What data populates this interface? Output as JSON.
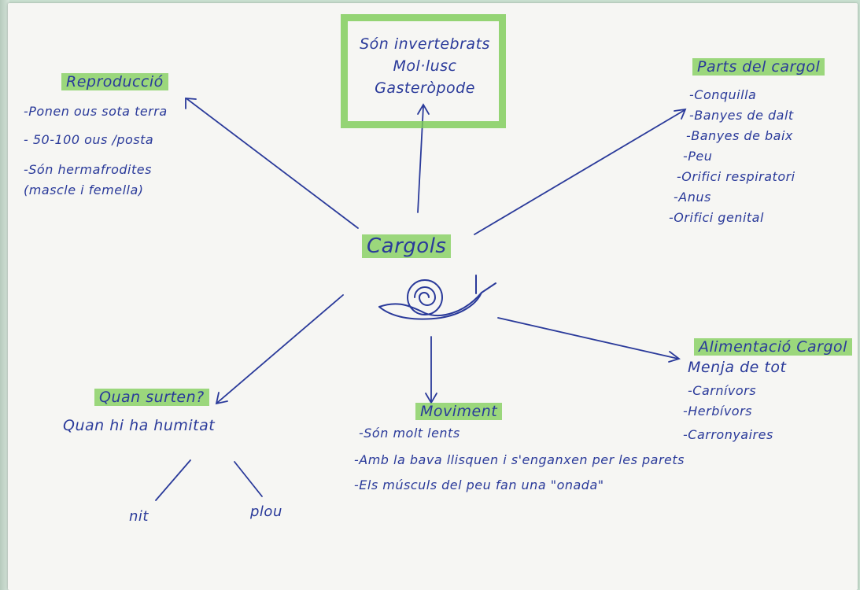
{
  "center": {
    "label": "Cargols"
  },
  "top_box": {
    "lines": [
      "Són invertebrats",
      "Mol·lusc",
      "Gasteròpode"
    ]
  },
  "reproduccio": {
    "title": "Reproducció",
    "items": [
      "-Ponen ous sota terra",
      "- 50-100 ous /posta",
      "-Són hermafrodites",
      "(mascle i femella)"
    ]
  },
  "parts": {
    "title": "Parts del cargol",
    "items": [
      "-Conquilla",
      "-Banyes de dalt",
      "-Banyes de baix",
      "-Peu",
      "-Orifici respiratori",
      "-Anus",
      "-Orifici genital"
    ]
  },
  "alimentacio": {
    "title": "Alimentació Cargol",
    "subtitle": "Menja de tot",
    "items": [
      "-Carnívors",
      "-Herbívors",
      "-Carronyaires"
    ]
  },
  "moviment": {
    "title": "Moviment",
    "items": [
      "-Són molt lents",
      "-Amb la bava llisquen i s'enganxen per les parets",
      "-Els músculs del peu fan una \"onada\""
    ]
  },
  "quan_surten": {
    "title": "Quan surten?",
    "subtitle": "Quan hi ha humitat",
    "branches": [
      "nit",
      "plou"
    ]
  },
  "colors": {
    "ink": "#2a3a9a",
    "highlight": "#7ccc54",
    "paper": "#f6f6f3"
  },
  "icons": {
    "center_drawing": "snail-icon"
  }
}
